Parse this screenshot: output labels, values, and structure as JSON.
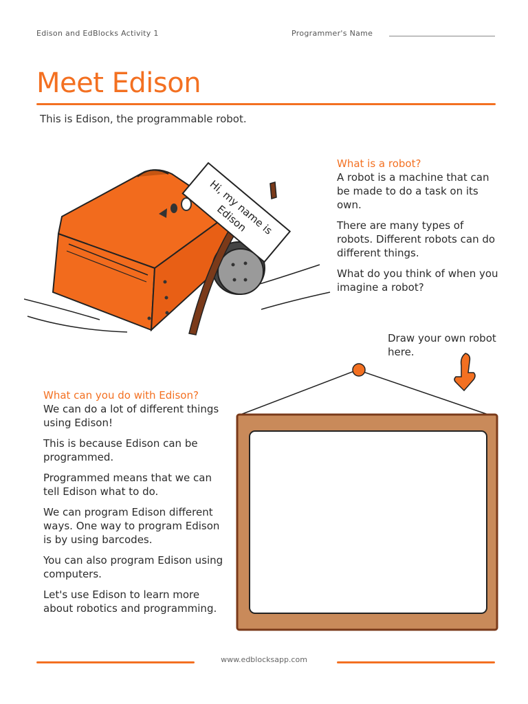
{
  "header": {
    "activity": "Edison and EdBlocks Activity 1",
    "name_label": "Programmer's Name"
  },
  "title": "Meet Edison",
  "intro": "This is Edison, the programmable robot.",
  "sign_text": [
    "Hi, my name is",
    "Edison"
  ],
  "robot_section": {
    "heading": "What is a robot?",
    "paragraphs": [
      "A robot is a machine that can be made to do a task on its own.",
      "There are many types of robots. Different robots can do different things.",
      "What do you think of when you imagine a robot?"
    ]
  },
  "draw_label": "Draw your own robot here.",
  "edison_section": {
    "heading": "What can you do with Edison?",
    "paragraphs": [
      "We can do a lot of different things using Edison!",
      "This is because Edison can be programmed.",
      "Programmed means that we can tell Edison what to do.",
      "We can program Edison different ways. One way to program Edison is by using barcodes.",
      "You can also program Edison using computers.",
      "Let's use Edison to learn more about robotics and programming."
    ]
  },
  "footer": {
    "url": "www.edblocksapp.com"
  },
  "colors": {
    "accent": "#f37021",
    "frame": "#c98a5a",
    "frame_border": "#7a3a1a",
    "robot": "#f26b1d",
    "wheel": "#9a9a9a"
  }
}
